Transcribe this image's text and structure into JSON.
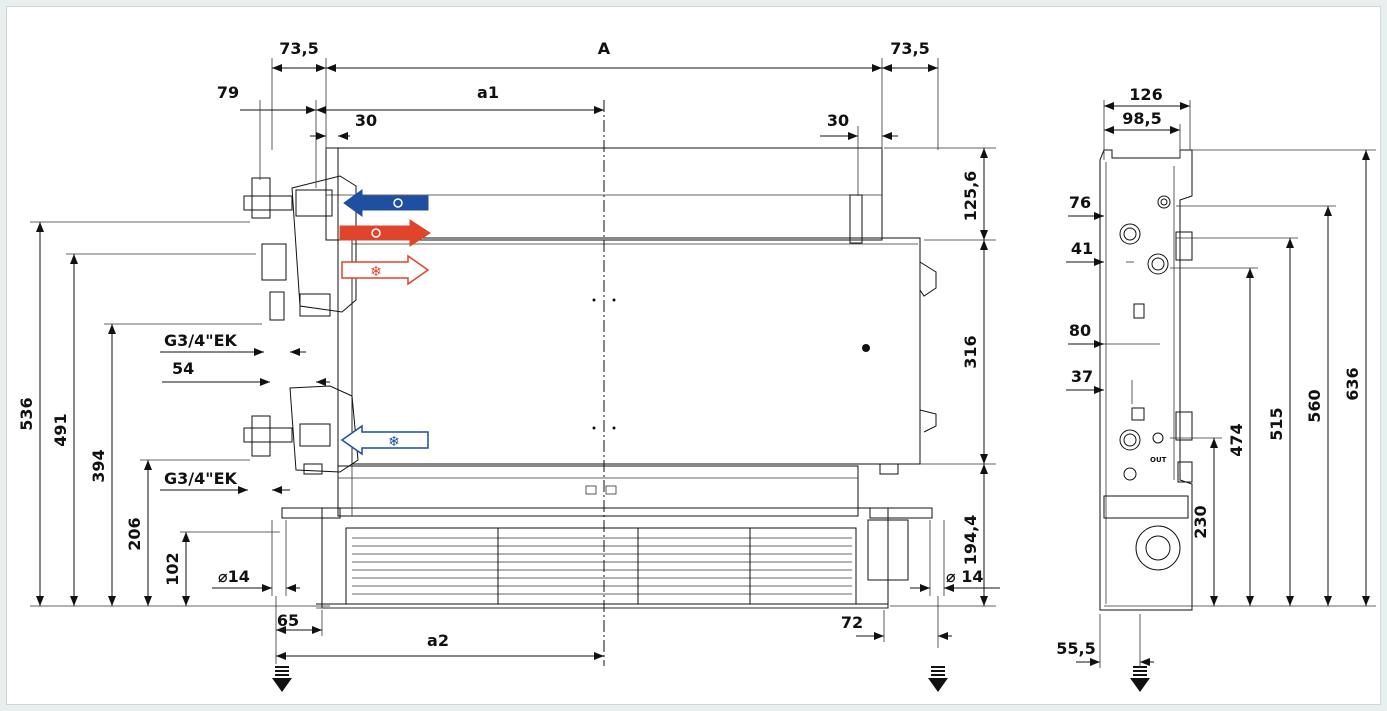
{
  "colors": {
    "hot": "#e0442b",
    "cold": "#1f4fa0",
    "background": "#e9efee"
  },
  "top_dims": {
    "left_offset": "73,5",
    "width_a": "A",
    "right_offset": "73,5",
    "pipe_offset": "79",
    "half_a1": "a1",
    "inset_left": "30",
    "inset_right": "30"
  },
  "left_dims": {
    "h536": "536",
    "h491": "491",
    "h394": "394",
    "h206": "206",
    "h102": "102",
    "conn_upper": "G3/4\"EK",
    "conn_lower": "G3/4\"EK",
    "spacing": "54",
    "drain_left": "⌀14"
  },
  "right_dims": {
    "h125": "125,6",
    "h316": "316",
    "h194": "194,4",
    "drain_right": "⌀ 14"
  },
  "bottom_dims": {
    "foot_left": "65",
    "half_a2": "a2",
    "foot_right": "72"
  },
  "side_dims": {
    "depth": "126",
    "depth_inner": "98,5",
    "d76": "76",
    "d41": "41",
    "d80": "80",
    "d37": "37",
    "d55": "55,5",
    "h636": "636",
    "h560": "560",
    "h515": "515",
    "h474": "474",
    "h230": "230",
    "out_label": "OUT"
  },
  "icons": [
    "sun-icon",
    "snowflake-icon",
    "drain-arrow-icon"
  ]
}
